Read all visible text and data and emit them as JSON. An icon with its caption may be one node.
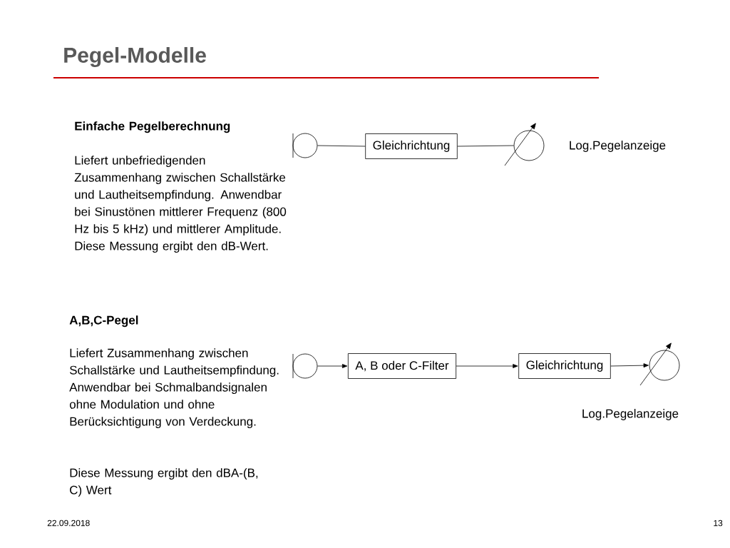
{
  "diagram": {
    "title": "Pegel-Modelle",
    "nodes": [
      {
        "text": [],
        "shape": "circle"
      },
      {
        "text": [
          "Gleichrichtung"
        ]
      },
      {
        "text": [],
        "shape": "circle",
        "beside": [
          "Log.Pegelanzeige"
        ]
      },
      {
        "text": [],
        "shape": "circle"
      },
      {
        "text": [
          "A, B oder C-Filter"
        ]
      },
      {
        "text": [
          "Gleichrichtung"
        ]
      },
      {
        "text": [],
        "shape": "circle",
        "beside": [
          "Log.Pegelanzeige"
        ]
      }
    ],
    "edges": [
      {
        "from": 0,
        "to": 1,
        "arrow": "none"
      },
      {
        "from": 1,
        "to": 2,
        "arrow": "none"
      },
      {
        "from": 3,
        "to": 4,
        "arrow": "to"
      },
      {
        "from": 4,
        "to": 5,
        "arrow": "to"
      },
      {
        "from": 5,
        "to": 6,
        "arrow": "to"
      }
    ],
    "labels": [
      "Einfache Pegelberechnung",
      "Liefert unbefriedigenden Zusammenhang zwischen Schallstärke und Lautheitsempfindung. Anwendbar bei Sinustönen mittlerer Frequenz (800 Hz bis 5 kHz) und mittlerer Amplitude. Diese Messung ergibt den dB-Wert.",
      "A,B,C-Pegel",
      "Liefert Zusammenhang zwischen Schallstärke und Lautheitsempfindung. Anwendbar bei Schmalbandsignalen ohne Modulation und ohne Berücksichtigung von Verdeckung.",
      "Diese Messung ergibt den dBA-(B, C) Wert",
      "22.09.2018",
      "13"
    ]
  }
}
